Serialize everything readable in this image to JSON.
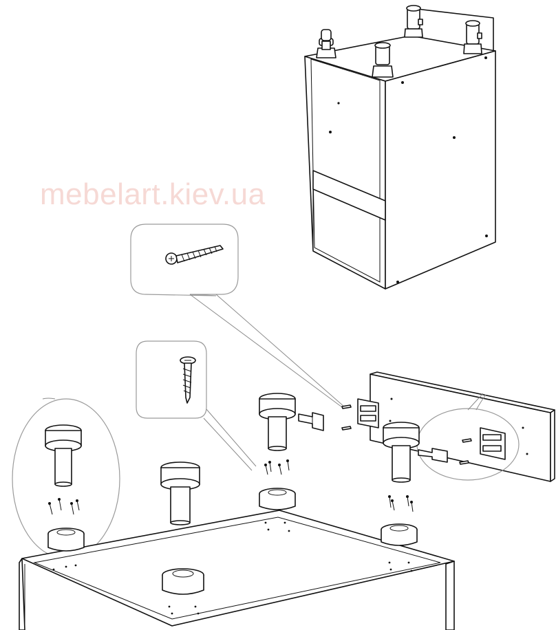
{
  "watermark": {
    "text": "mebelart.kiev.ua",
    "color": "#f6d9d5"
  },
  "colors": {
    "line": "#111111",
    "callout_border": "#9a9a9a",
    "background": "#ffffff"
  },
  "parts": {
    "cabinet": "cabinet-carcass",
    "legs": [
      "adjustable-leg",
      "adjustable-leg",
      "adjustable-leg",
      "adjustable-leg"
    ],
    "plinth": "plinth-panel",
    "clips": [
      "plinth-clip",
      "plinth-clip"
    ],
    "screws": [
      "wood-screw",
      "countersunk-screw"
    ]
  }
}
